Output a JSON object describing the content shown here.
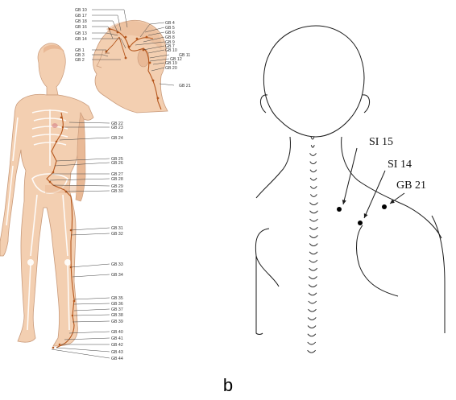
{
  "caption": "b",
  "panel_left": {
    "head_labels_left": [
      "GB 10",
      "GB 17",
      "GB 18",
      "GB 16",
      "GB 13",
      "GB 14",
      "GB 1",
      "GB 3",
      "GB 2"
    ],
    "head_labels_right": [
      "GB 4",
      "GB 5",
      "GB 6",
      "GB 8",
      "GB 9",
      "GB 7",
      "GB 10",
      "GB 11",
      "GB 12",
      "GB 19",
      "GB 20",
      "GB 21"
    ],
    "body_labels": [
      "GB 22",
      "GB 23",
      "GB 24",
      "GB 25",
      "GB 26",
      "GB 27",
      "GB 28",
      "GB 29",
      "GB 30",
      "GB 31",
      "GB 32",
      "GB 33",
      "GB 34",
      "GB 35",
      "GB 36",
      "GB 37",
      "GB 38",
      "GB 39",
      "GB 40",
      "GB 41",
      "GB 42",
      "GB 43",
      "GB 44"
    ],
    "colors": {
      "skin": "#f3cfb1",
      "skin_shade": "#e9b996",
      "meridian": "#b5561c",
      "bone": "#ffffff"
    }
  },
  "panel_right": {
    "points": [
      {
        "label": "SI 15"
      },
      {
        "label": "SI 14"
      },
      {
        "label": "GB 21"
      }
    ],
    "colors": {
      "line": "#1a1a1a",
      "point": "#000000"
    }
  }
}
